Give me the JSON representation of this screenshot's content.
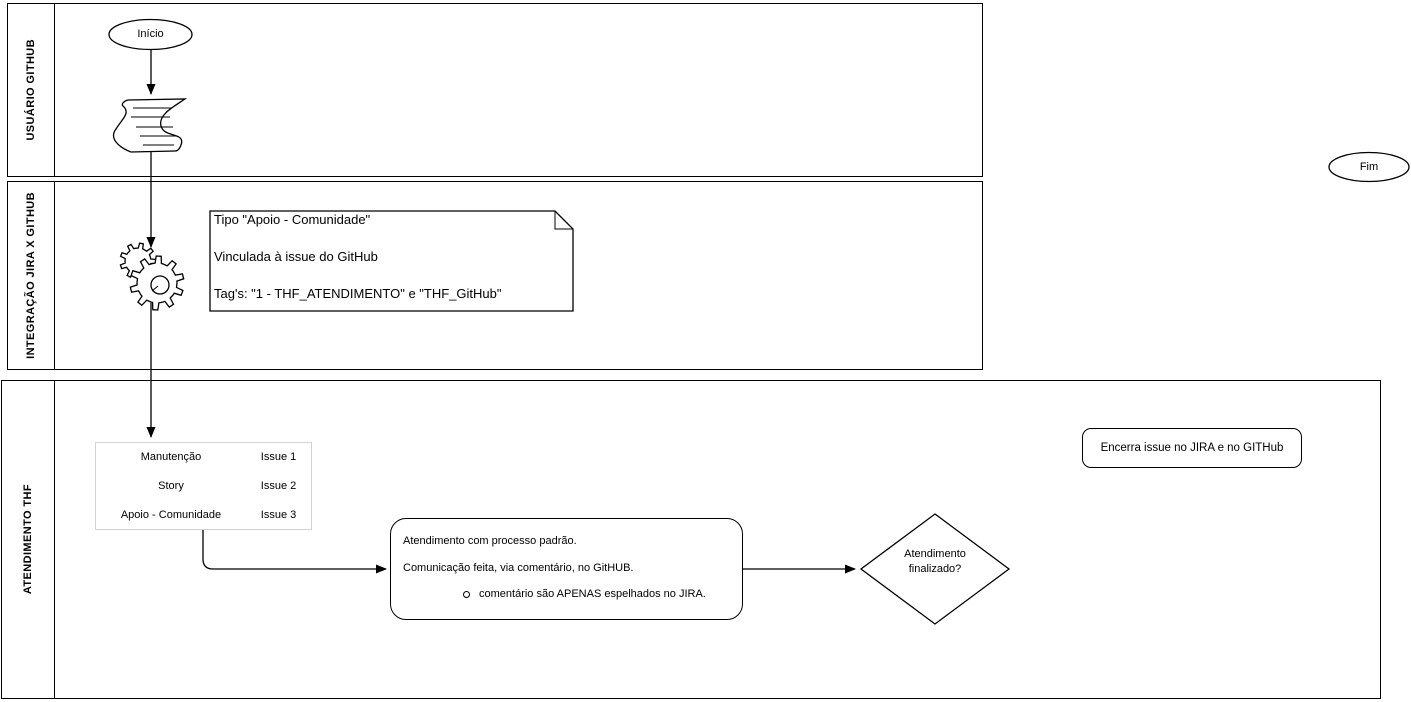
{
  "lanes": [
    {
      "label": "USUÁRIO GITHUB"
    },
    {
      "label": "INTEGRAÇÃO JIRA X GITHUB"
    },
    {
      "label": "ATENDIMENTO THF"
    }
  ],
  "nodes": {
    "start": "Início",
    "end": "Fim",
    "note": {
      "line1": "Tipo \"Apoio - Comunidade\"",
      "line2": "Vinculada à issue do GitHub",
      "line3": "Tag's: \"1 - THF_ATENDIMENTO\" e \"THF_GitHub\""
    },
    "issue_table": {
      "rows": [
        {
          "type": "Manutenção",
          "issue": "Issue 1"
        },
        {
          "type": "Story",
          "issue": "Issue 2"
        },
        {
          "type": "Apoio - Comunidade",
          "issue": "Issue 3"
        }
      ]
    },
    "process": {
      "line1": "Atendimento com processo padrão.",
      "line2": "Comunicação feita, via comentário, no GitHUB.",
      "bullet": "comentário são APENAS espelhados no JIRA."
    },
    "decision": {
      "line1": "Atendimento",
      "line2": "finalizado?"
    },
    "close_task": "Encerra issue no JIRA e no GITHub"
  },
  "colors": {
    "stroke": "#000000",
    "table_border": "#d3d3d3",
    "background": "#ffffff"
  }
}
